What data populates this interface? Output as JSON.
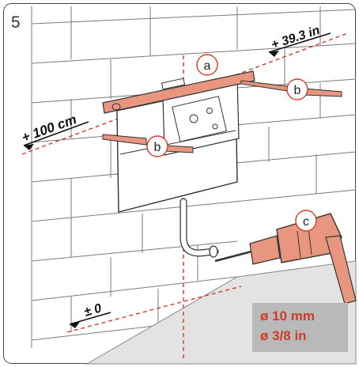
{
  "step": {
    "number": "5"
  },
  "heights": {
    "top_right": "+ 39.3 in",
    "upper_left": "+ 100 cm",
    "floor": "± 0"
  },
  "callouts": {
    "a": "a",
    "b": "b",
    "c": "c"
  },
  "drill_spec": {
    "metric": "ø 10 mm",
    "imperial": "ø 3/8 in"
  },
  "colors": {
    "accent_red": "#d23a27",
    "salmon": "#e8967f",
    "panel": "#b9b9b9",
    "floor": "#e3e3e3",
    "line": "#333333"
  }
}
